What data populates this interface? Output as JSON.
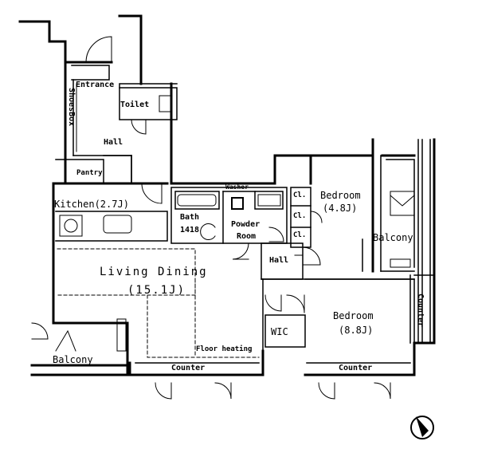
{
  "plan": {
    "rooms": {
      "entrance": "Entrance",
      "shoes_box": "ShoesBox",
      "toilet": "Toilet",
      "hall_upper": "Hall",
      "pantry": "Pantry",
      "kitchen": "Kitchen(2.7J)",
      "living_dining": "Living Dining",
      "living_dining_size": "(15.1J)",
      "bath": "Bath",
      "bath_size": "1418",
      "washer": "Washer",
      "powder_room": "Powder",
      "powder_room_2": "Room",
      "hall_lower": "Hall",
      "bedroom_small": "Bedroom",
      "bedroom_small_size": "(4.8J)",
      "bedroom_large": "Bedroom",
      "bedroom_large_size": "(8.8J)",
      "wic": "WIC",
      "balcony_right": "Balcony",
      "balcony_left": "Balcony",
      "counter_left": "Counter",
      "counter_right": "Counter",
      "counter_vertical": "Counter",
      "floor_heating": "Floor heating",
      "cl_1": "Cl.",
      "cl_2": "Cl.",
      "cl_3": "Cl."
    }
  }
}
